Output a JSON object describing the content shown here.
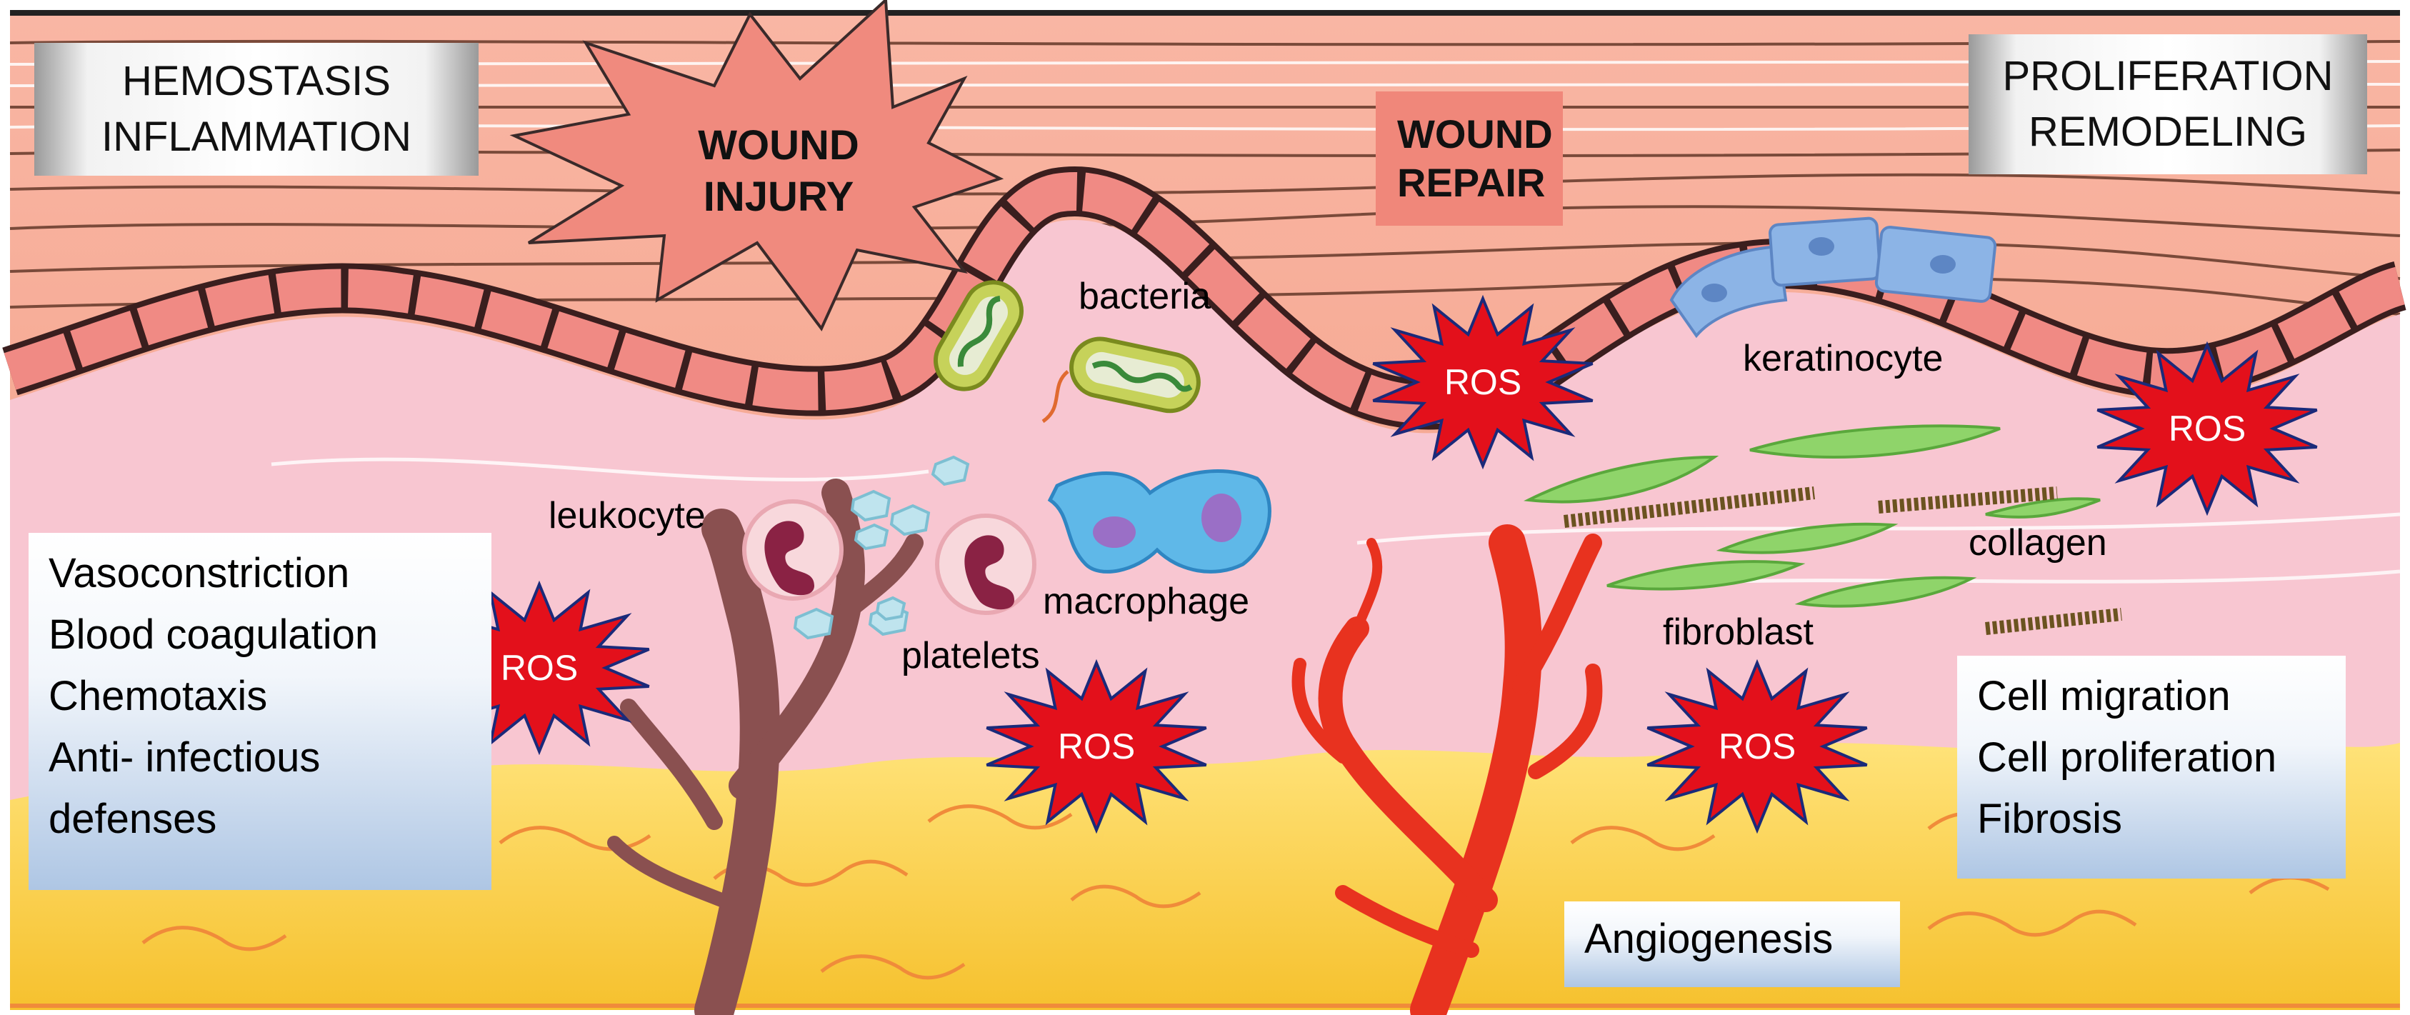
{
  "phase_left": [
    "HEMOSTASIS",
    "INFLAMMATION"
  ],
  "phase_right": [
    "PROLIFERATION",
    "REMODELING"
  ],
  "wound_injury": [
    "WOUND",
    "INJURY"
  ],
  "wound_repair": [
    "WOUND",
    "REPAIR"
  ],
  "ros_label": "ROS",
  "labels": {
    "bacteria": "bacteria",
    "keratinocyte": "keratinocyte",
    "leukocyte": "leukocyte",
    "macrophage": "macrophage",
    "platelets": "platelets",
    "collagen": "collagen",
    "fibroblast": "fibroblast"
  },
  "left_box": [
    "Vasoconstriction",
    "Blood coagulation",
    "Chemotaxis",
    "Anti- infectious",
    "defenses"
  ],
  "right_box": [
    "Cell migration",
    "Cell proliferation",
    "Fibrosis"
  ],
  "angiogenesis": "Angiogenesis",
  "colors": {
    "dermis_top": "#f5a287",
    "dermis_pink": "#f8c6d1",
    "fat_yellow": "#f7cd3f",
    "vessel_red": "#e8321f",
    "ros_star": "#e3101b",
    "info_box_blue": "#aec6e4"
  }
}
